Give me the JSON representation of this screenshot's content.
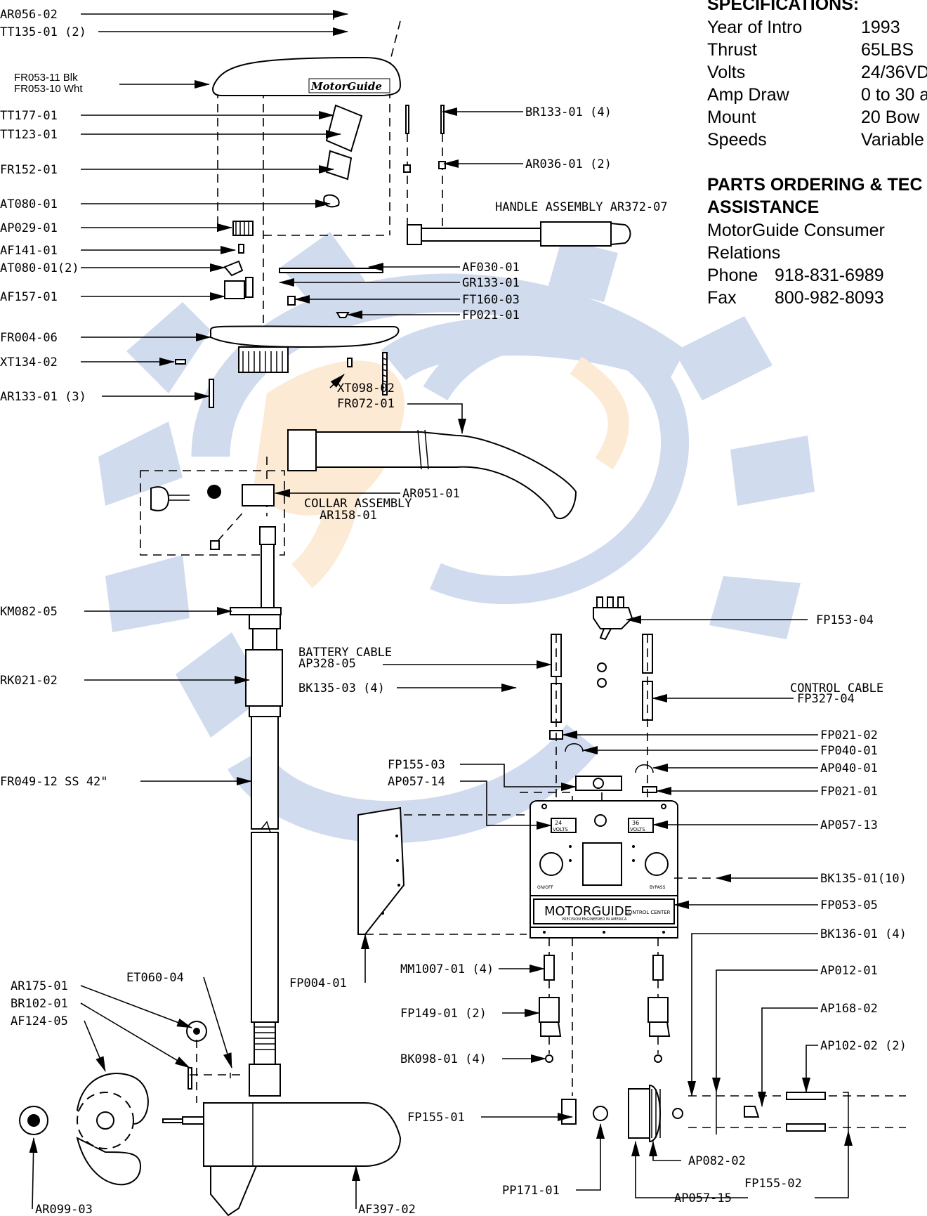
{
  "specifications": {
    "heading": "SPECIFICATIONS:",
    "rows": [
      {
        "key": "Year of Intro",
        "value": "1993"
      },
      {
        "key": "Thrust",
        "value": "65LBS"
      },
      {
        "key": "Volts",
        "value": "24/36VD"
      },
      {
        "key": "Amp Draw",
        "value": "0 to 30 a"
      },
      {
        "key": "Mount",
        "value": "20 Bow"
      },
      {
        "key": "Speeds",
        "value": "Variable"
      }
    ]
  },
  "assistance": {
    "heading_line1": "PARTS ORDERING & TEC",
    "heading_line2": "ASSISTANCE",
    "line1": "MotorGuide Consumer",
    "line2": "Relations",
    "phone_label": "Phone",
    "phone": "918-831-6989",
    "fax_label": "Fax",
    "fax": "800-982-8093"
  },
  "brand": {
    "cover_logo": "MotorGuide",
    "control_logo": "MOTORGUIDE",
    "control_sub1": "CONTROL CENTER",
    "control_sub2": "PRECISION ENGINEERED IN AMERICA",
    "badge_24": "24\nVOLTS",
    "badge_36": "36\nVOLTS",
    "switch_left": "ON/OFF",
    "switch_right": "BYPASS"
  },
  "labels": {
    "ar056_02": "AR056-02",
    "tt135_01": "TT135-01 (2)",
    "fr053_11": "FR053-11 Blk",
    "fr053_10": "FR053-10 Wht",
    "tt177_01": "TT177-01",
    "tt123_01": "TT123-01",
    "fr152_01": "FR152-01",
    "at080_01": "AT080-01",
    "ap029_01": "AP029-01",
    "af141_01": "AF141-01",
    "at080_01_2": "AT080-01(2)",
    "af157_01": "AF157-01",
    "fr004_06": "FR004-06",
    "xt134_02": "XT134-02",
    "ar133_01": "AR133-01 (3)",
    "br133_01": "BR133-01 (4)",
    "ar036_01": "AR036-01 (2)",
    "handle_assembly": "HANDLE ASSEMBLY AR372-07",
    "af030_01": "AF030-01",
    "gr133_01": "GR133-01",
    "ft160_03": "FT160-03",
    "fp021_01_top": "FP021-01",
    "xt098_02": "XT098-02",
    "fr072_01": "FR072-01",
    "ar051_01": "AR051-01",
    "collar_assembly": "COLLAR ASSEMBLY",
    "ar158_01": "AR158-01",
    "km082_05": "KM082-05",
    "rk021_02": "RK021-02",
    "fr049_12": "FR049-12 SS 42\"",
    "battery_cable": "BATTERY CABLE",
    "ap328_05": "AP328-05",
    "bk135_03": "BK135-03 (4)",
    "fp153_04": "FP153-04",
    "control_cable": "CONTROL CABLE",
    "fp327_04": "FP327-04",
    "fp021_02": "FP021-02",
    "fp040_01": "FP040-01",
    "ap040_01": "AP040-01",
    "fp021_01_box": "FP021-01",
    "fp155_03": "FP155-03",
    "ap057_14": "AP057-14",
    "ap057_13": "AP057-13",
    "bk135_01": "BK135-01(10)",
    "fp053_05": "FP053-05",
    "bk136_01": "BK136-01 (4)",
    "fp004_01": "FP004-01",
    "mm1007_01": "MM1007-01 (4)",
    "fp149_01": "FP149-01 (2)",
    "bk098_01": "BK098-01 (4)",
    "ap012_01": "AP012-01",
    "ap168_02": "AP168-02",
    "ap102_02": "AP102-02 (2)",
    "et060_04": "ET060-04",
    "ar175_01": "AR175-01",
    "br102_01": "BR102-01",
    "af124_05": "AF124-05",
    "fp155_01": "FP155-01",
    "pp171_01": "PP171-01",
    "ap082_02": "AP082-02",
    "ap057_15": "AP057-15",
    "fp155_02": "FP155-02",
    "ar099_03": "AR099-03",
    "af397_02": "AF397-02"
  }
}
